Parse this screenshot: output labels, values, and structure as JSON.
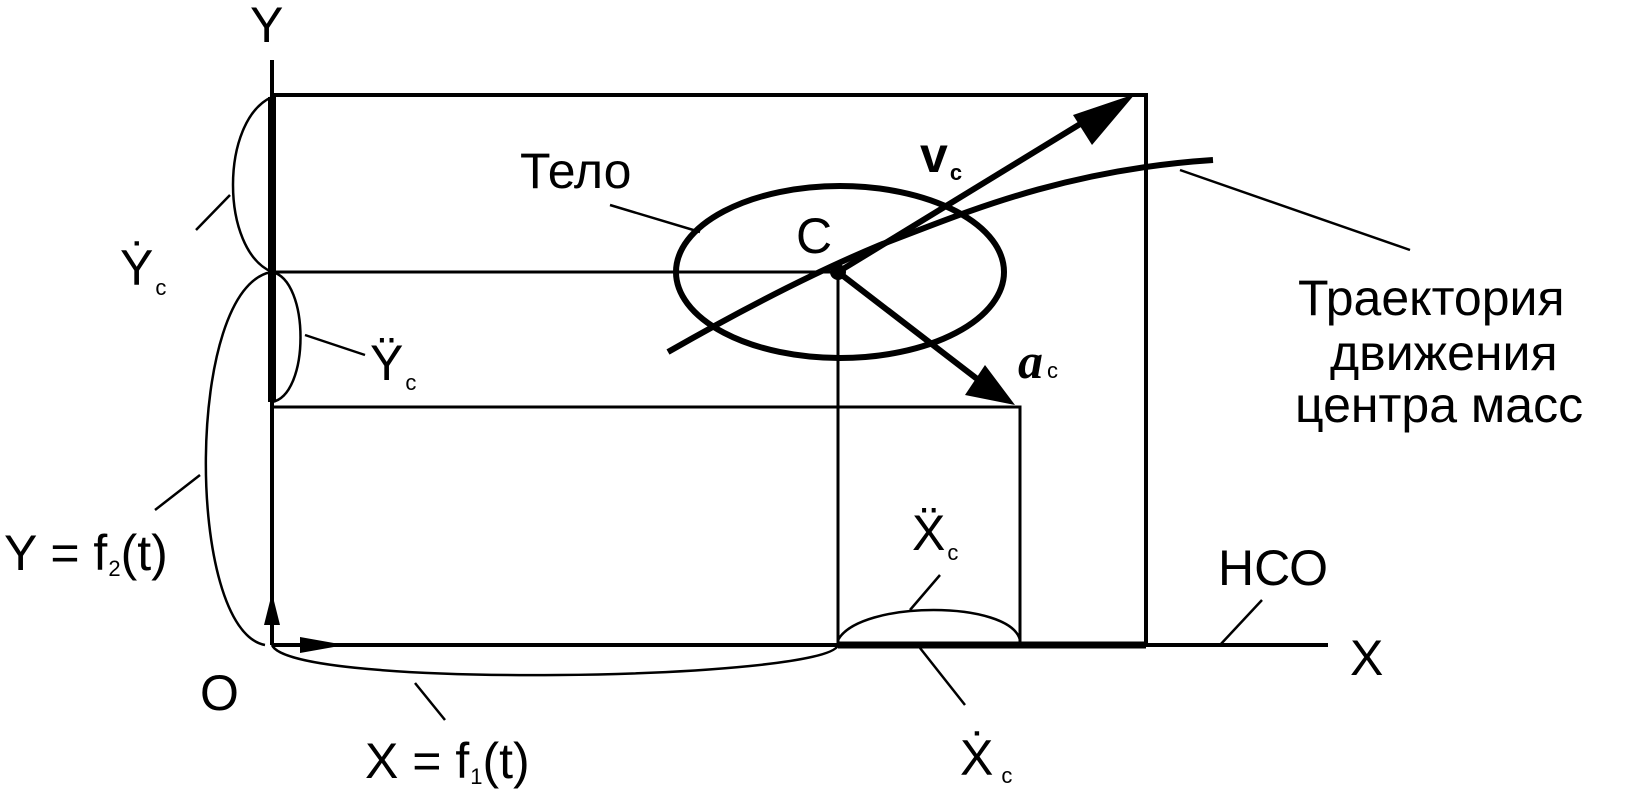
{
  "labels": {
    "y_axis": "Y",
    "x_axis": "X",
    "origin": "O",
    "body": "Тело",
    "center": "C",
    "velocity": "v",
    "velocity_sub": "c",
    "acceleration": "a",
    "acceleration_sub": "c",
    "trajectory_line1": "Траектория",
    "trajectory_line2": "движения",
    "trajectory_line3": "центра масс",
    "frame": "НСО",
    "y_dot": "Ẏ",
    "y_dot_sub": "c",
    "y_ddot": "Ÿ",
    "y_ddot_sub": "c",
    "x_ddot": "Ẍ",
    "x_ddot_sub": "c",
    "x_dot": "Ẋ",
    "x_dot_sub": "c",
    "y_func_pre": "Y = f",
    "y_func_sub": "2",
    "y_func_post": "(t)",
    "x_func_pre": "X = f",
    "x_func_sub": "1",
    "x_func_post": "(t)"
  },
  "colors": {
    "ink": "#000000",
    "background": "#ffffff"
  }
}
